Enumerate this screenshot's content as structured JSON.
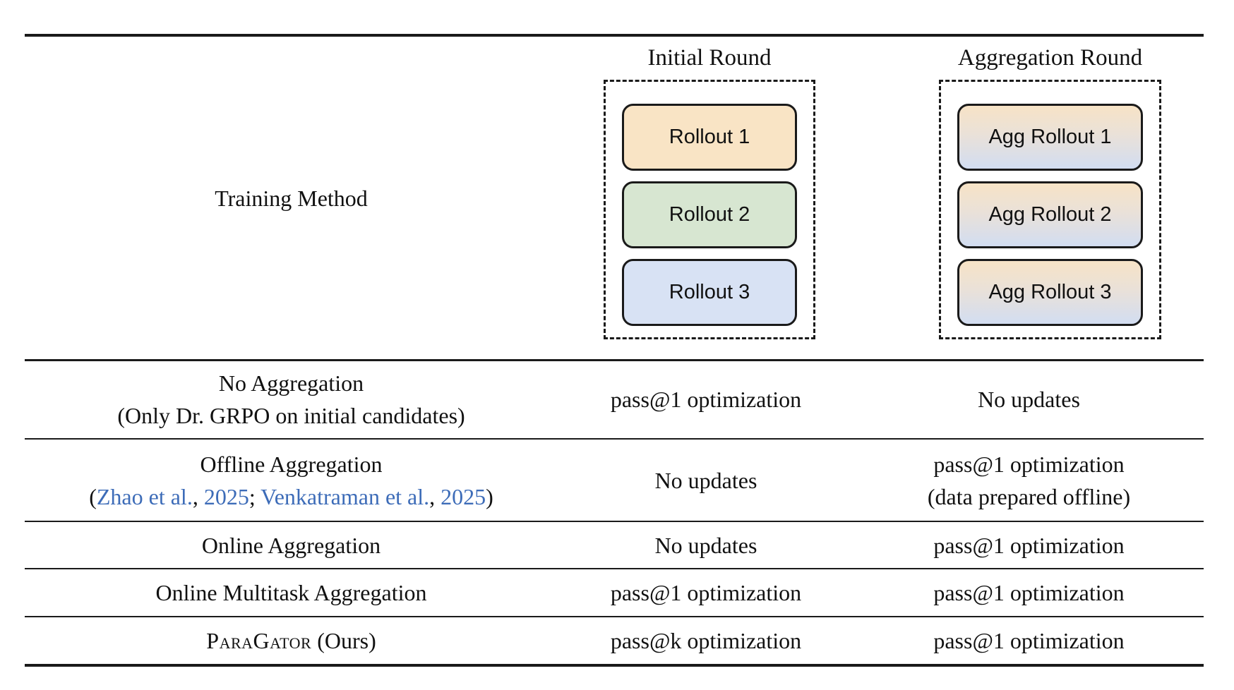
{
  "header": {
    "method": "Training Method",
    "initial": "Initial Round",
    "aggregation": "Aggregation Round"
  },
  "diagram": {
    "initial_rollouts": [
      "Rollout 1",
      "Rollout 2",
      "Rollout 3"
    ],
    "agg_rollouts": [
      "Agg Rollout 1",
      "Agg Rollout 2",
      "Agg Rollout 3"
    ]
  },
  "rows": [
    {
      "method_line1": "No Aggregation",
      "method_line2": "(Only Dr. GRPO on initial candidates)",
      "initial": "pass@1 optimization",
      "aggregation": "No updates"
    },
    {
      "method_line1": "Offline Aggregation",
      "cite": {
        "open": "(",
        "author1": "Zhao et al.",
        "comma1": ", ",
        "year1": "2025",
        "sep": "; ",
        "author2": "Venkatraman et al.",
        "comma2": ", ",
        "year2": "2025",
        "close": ")"
      },
      "initial": "No updates",
      "aggregation_line1": "pass@1 optimization",
      "aggregation_line2": "(data prepared offline)"
    },
    {
      "method": "Online Aggregation",
      "initial": "No updates",
      "aggregation": "pass@1 optimization"
    },
    {
      "method": "Online Multitask Aggregation",
      "initial": "pass@1 optimization",
      "aggregation": "pass@1 optimization"
    },
    {
      "method_smallcaps": "ParaGator",
      "method_suffix": " (Ours)",
      "initial": "pass@k optimization",
      "aggregation": "pass@1 optimization"
    }
  ],
  "colors": {
    "rollout_1": "#f9e4c5",
    "rollout_2": "#d7e6d1",
    "rollout_3": "#d8e2f4",
    "agg_top": "#f7e3c6",
    "agg_mid": "#eae1d8",
    "agg_bottom": "#d2ddf1",
    "link": "#3d6cb8",
    "rule": "#1a1a1a"
  }
}
